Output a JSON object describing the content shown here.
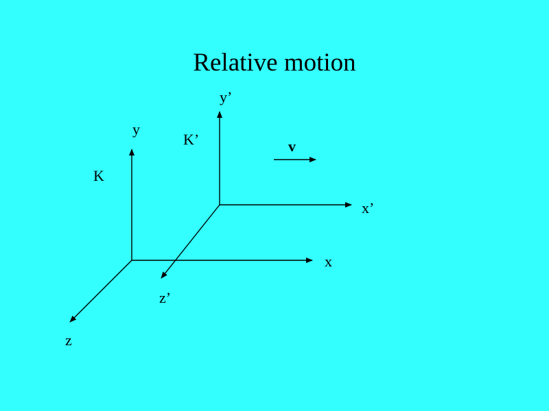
{
  "slide": {
    "title": "Relative motion",
    "frame_K": {
      "name": "K",
      "axis_x": "x",
      "axis_y": "y",
      "axis_z": "z"
    },
    "frame_K_prime": {
      "name": "K’",
      "axis_x": "x’",
      "axis_y": "y’",
      "axis_z": "z’"
    },
    "velocity_label": "v"
  },
  "colors": {
    "background": "#33FFFF",
    "ink": "#000000"
  }
}
